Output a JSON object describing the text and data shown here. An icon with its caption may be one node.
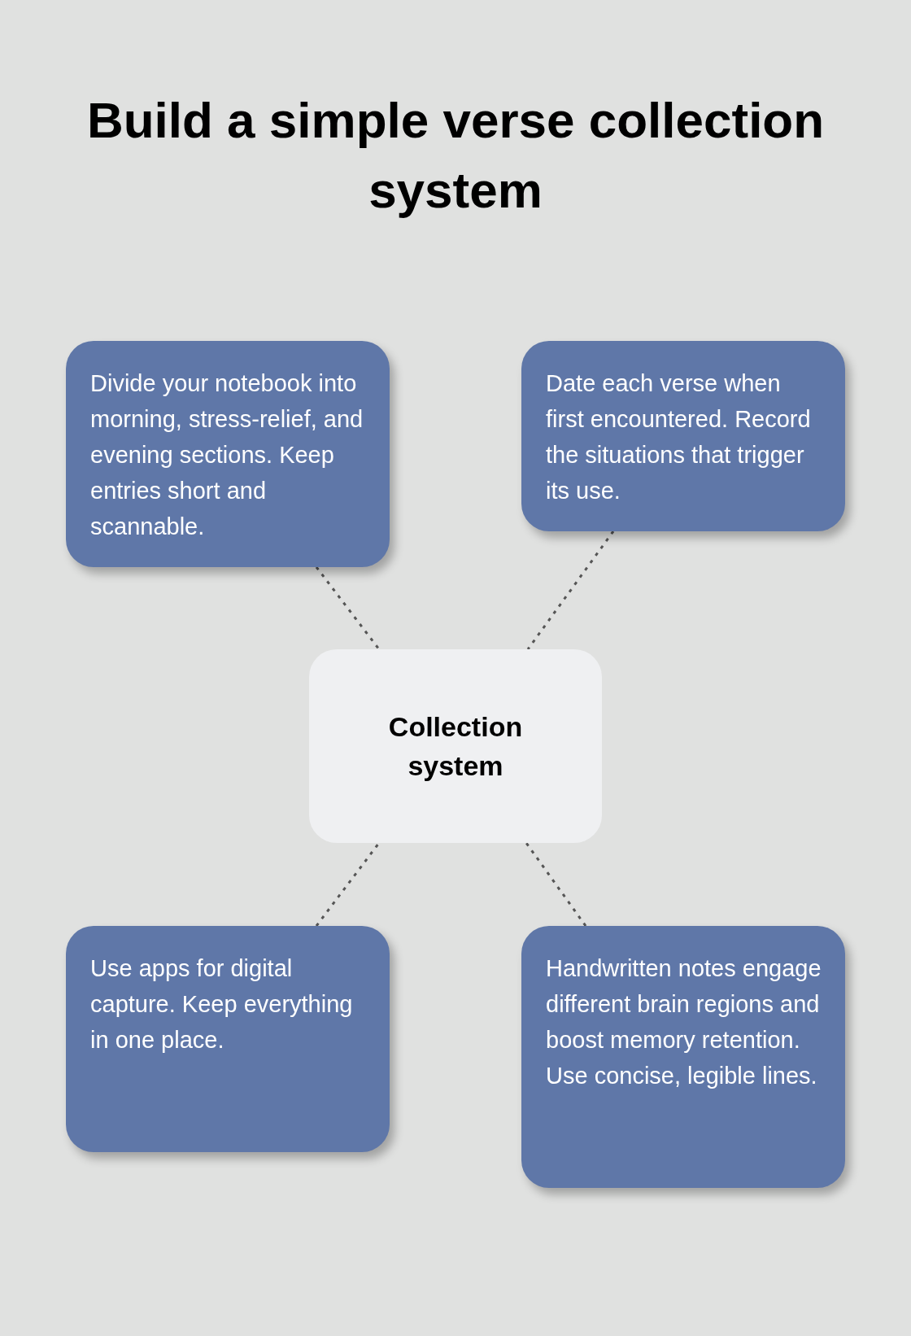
{
  "diagram": {
    "title": "Build a simple verse collection system",
    "nodes": [
      {
        "text": [
          "Divide your notebook into morning, stress-relief, and evening sections. Keep entries short and scannable."
        ]
      },
      {
        "text": [
          "Date each verse when first encountered. Record the situations that trigger its use."
        ]
      },
      {
        "text": [
          "Collection system"
        ]
      },
      {
        "text": [
          "Use apps for digital capture. Keep everything in one place."
        ]
      },
      {
        "text": [
          "Handwritten notes engage different brain regions and boost memory retention. Use concise, legible lines."
        ]
      }
    ],
    "edges": [
      {
        "from": 0,
        "to": 2,
        "arrow": "none",
        "style": "dashed"
      },
      {
        "from": 1,
        "to": 2,
        "arrow": "none",
        "style": "dashed"
      },
      {
        "from": 3,
        "to": 2,
        "arrow": "none",
        "style": "dashed"
      },
      {
        "from": 4,
        "to": 2,
        "arrow": "none",
        "style": "dashed"
      }
    ]
  }
}
